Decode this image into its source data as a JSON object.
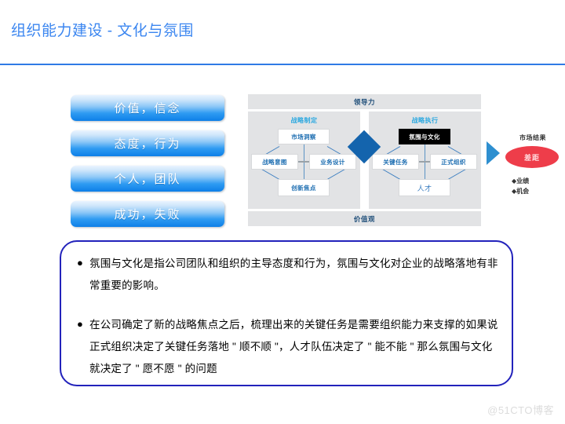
{
  "header": {
    "title": "组织能力建设 - 文化与氛围",
    "rule_color": "#2f7ae5",
    "title_color": "#3b86f0"
  },
  "pills": [
    {
      "label": "价值，信念"
    },
    {
      "label": "态度，行为"
    },
    {
      "label": "个人，团队"
    },
    {
      "label": "成功，失败"
    }
  ],
  "diagram": {
    "top_bar": "领导力",
    "bottom_bar": "价值观",
    "left_panel": {
      "title": "战略制定",
      "nodes": {
        "top": "市场洞察",
        "left": "战略意图",
        "right": "业务设计",
        "bottom": "创新焦点"
      }
    },
    "right_panel": {
      "title": "战略执行",
      "nodes": {
        "top": "氛围与文化",
        "left": "关键任务",
        "right": "正式组织",
        "bottom": "人才"
      }
    },
    "diamond_color": "#1464ad",
    "highlight_node_color": "#000000"
  },
  "outcome": {
    "title": "市场结果",
    "gap_label": "差距",
    "gap_color": "#ee3d4a",
    "arrow_color": "#2e8fd0",
    "bullets": [
      "◆业绩",
      "◆机会"
    ]
  },
  "notes": {
    "border_color": "#2222bb",
    "items": [
      {
        "bullet": "●",
        "text": "氛围与文化是指公司团队和组织的主导态度和行为，氛围与文化对企业的战略落地有非常重要的影响。"
      },
      {
        "bullet": "●",
        "text": "在公司确定了新的战略焦点之后，梳理出来的关键任务是需要组织能力来支撑的如果说正式组织决定了关键任务落地 \" 顺不顺 \"，人才队伍决定了 \" 能不能 \" 那么氛围与文化就决定了 \" 愿不愿 \" 的问题"
      }
    ]
  },
  "watermark": "@51CTO博客"
}
